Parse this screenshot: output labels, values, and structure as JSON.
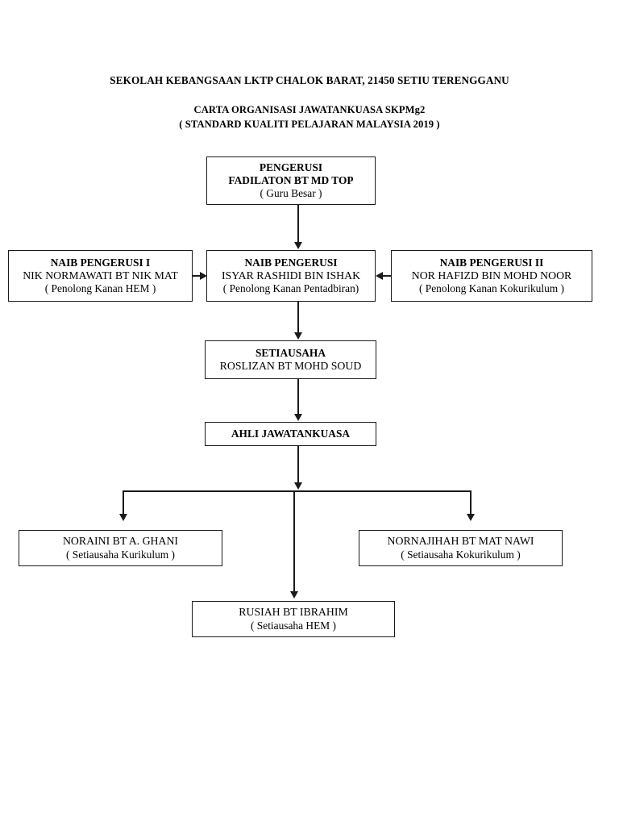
{
  "document": {
    "header": {
      "school_line": "SEKOLAH KEBANGSAAN LKTP CHALOK BARAT, 21450 SETIU TERENGGANU",
      "chart_line_1": "CARTA ORGANISASI JAWATANKUASA SKPMg2",
      "chart_line_2": "( STANDARD KUALITI PELAJARAN MALAYSIA 2019 )"
    },
    "colors": {
      "background": "#ffffff",
      "text": "#000000",
      "box_border": "#1a1a1a",
      "connector": "#1a1a1a"
    }
  },
  "chart_data": {
    "type": "diagram",
    "title": "CARTA ORGANISASI JAWATANKUASA SKPMg2",
    "nodes": [
      {
        "id": "pengerusi",
        "title": "PENGERUSI",
        "name": "FADILATON BT MD TOP",
        "role": "( Guru Besar )"
      },
      {
        "id": "naib-pengerusi-1",
        "title": "NAIB PENGERUSI I",
        "name": "NIK NORMAWATI BT NIK MAT",
        "role": "( Penolong Kanan HEM )"
      },
      {
        "id": "naib-pengerusi",
        "title": "NAIB PENGERUSI",
        "name": "ISYAR RASHIDI BIN ISHAK",
        "role": "( Penolong Kanan Pentadbiran)"
      },
      {
        "id": "naib-pengerusi-2",
        "title": "NAIB PENGERUSI II",
        "name": "NOR HAFIZD BIN MOHD NOOR",
        "role": "( Penolong Kanan Kokurikulum )"
      },
      {
        "id": "setiausaha",
        "title": "SETIAUSAHA",
        "name": "ROSLIZAN BT MOHD SOUD",
        "role": ""
      },
      {
        "id": "ahli-jawatankuasa",
        "title": "AHLI JAWATANKUASA",
        "name": "",
        "role": ""
      },
      {
        "id": "setiausaha-kurikulum",
        "title": "",
        "name": "NORAINI BT A. GHANI",
        "role": "( Setiausaha Kurikulum )"
      },
      {
        "id": "setiausaha-kokurikulum",
        "title": "",
        "name": "NORNAJIHAH BT MAT NAWI",
        "role": "( Setiausaha Kokurikulum )"
      },
      {
        "id": "setiausaha-hem",
        "title": "",
        "name": "RUSIAH BT IBRAHIM",
        "role": "( Setiausaha HEM )"
      }
    ],
    "edges": [
      {
        "from": "pengerusi",
        "to": "naib-pengerusi",
        "style": "arrow-down"
      },
      {
        "from": "naib-pengerusi-1",
        "to": "naib-pengerusi",
        "style": "arrow-right"
      },
      {
        "from": "naib-pengerusi-2",
        "to": "naib-pengerusi",
        "style": "arrow-left"
      },
      {
        "from": "naib-pengerusi",
        "to": "setiausaha",
        "style": "arrow-down"
      },
      {
        "from": "setiausaha",
        "to": "ahli-jawatankuasa",
        "style": "arrow-down"
      },
      {
        "from": "ahli-jawatankuasa",
        "to": "setiausaha-kurikulum",
        "style": "arrow-down-branch"
      },
      {
        "from": "ahli-jawatankuasa",
        "to": "setiausaha-hem",
        "style": "arrow-down-branch"
      },
      {
        "from": "ahli-jawatankuasa",
        "to": "setiausaha-kokurikulum",
        "style": "arrow-down-branch"
      }
    ]
  }
}
